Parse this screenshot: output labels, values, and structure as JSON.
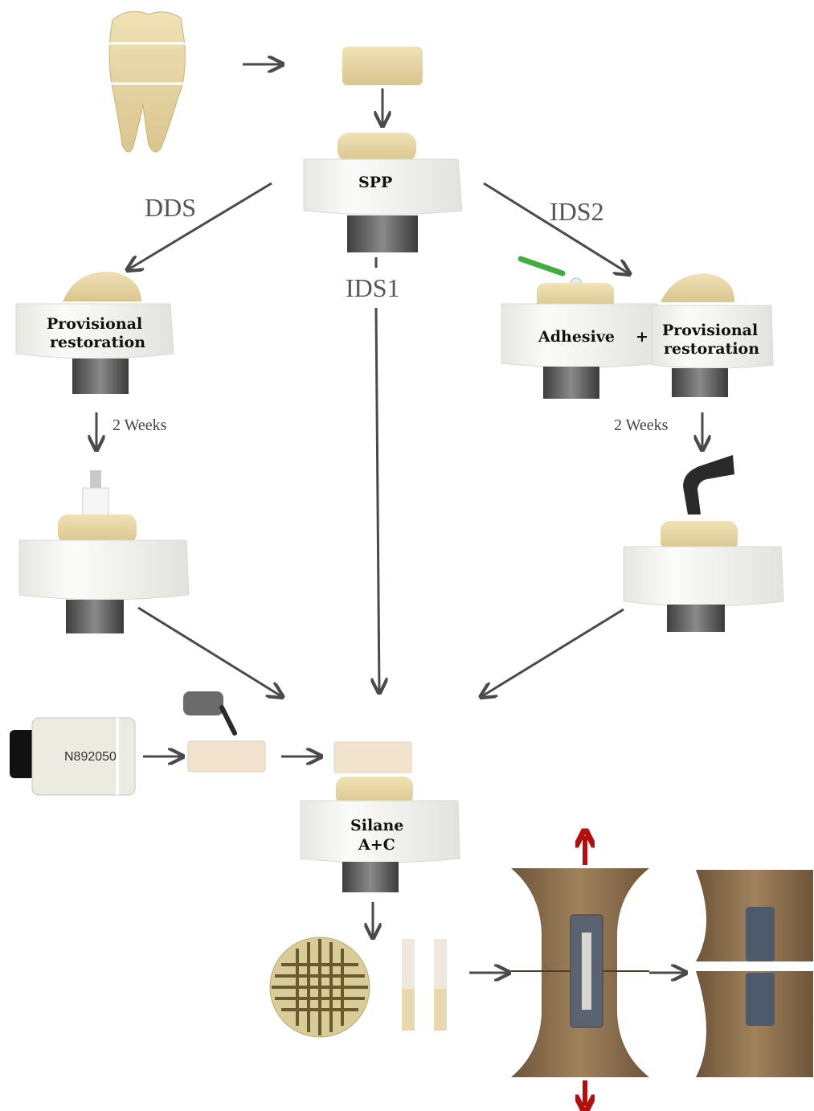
{
  "branches": {
    "dds": "DDS",
    "ids1": "IDS1",
    "ids2": "IDS2"
  },
  "blocks": {
    "spp": "SPP",
    "provisional_left_line1": "Provisional",
    "provisional_left_line2": "restoration",
    "adhesive": "Adhesive",
    "plus": "+",
    "provisional_right_line1": "Provisional",
    "provisional_right_line2": "restoration",
    "silane_line1": "Silane",
    "silane_line2": "A+C"
  },
  "durations": {
    "left": "2 Weeks",
    "right": "2 Weeks"
  },
  "cad_block_code": "N892050",
  "colors": {
    "arrow": "#4a4a4a",
    "mold": "#f3f3f1",
    "tooth": "#e9d9a8",
    "metal_rod": "#5b5b5b",
    "fixture": "#8a6d4a",
    "tension_arrow": "#b01010",
    "applicator": "#3fae3f"
  }
}
